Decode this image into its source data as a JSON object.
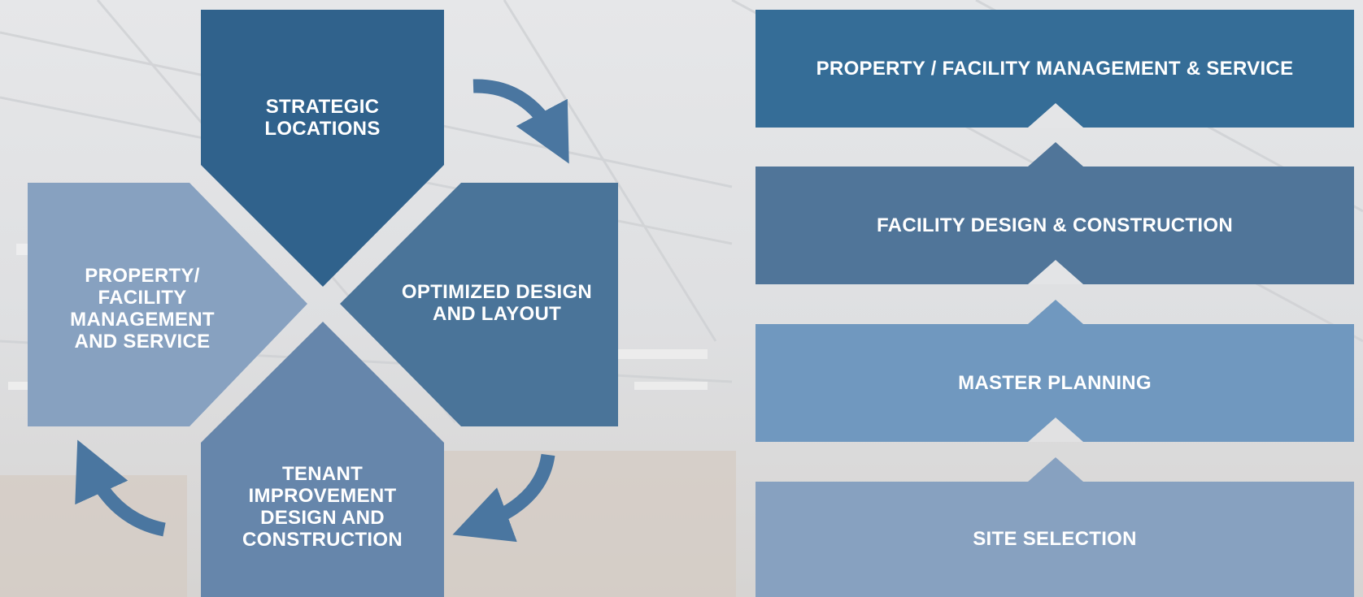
{
  "cycle": {
    "top": {
      "lines": [
        "STRATEGIC",
        "LOCATIONS"
      ],
      "color": "#30628c"
    },
    "right": {
      "lines": [
        "OPTIMIZED DESIGN",
        "AND LAYOUT"
      ],
      "color": "#4a7499"
    },
    "bottom": {
      "lines": [
        "TENANT",
        "IMPROVEMENT",
        "DESIGN AND",
        "CONSTRUCTION"
      ],
      "color": "#6686ab"
    },
    "left": {
      "lines": [
        "PROPERTY/",
        "FACILITY",
        "MANAGEMENT",
        "AND SERVICE"
      ],
      "color": "#87a1c0"
    },
    "arrow_color": "#4a76a0"
  },
  "stack": [
    {
      "label": "PROPERTY / FACILITY MANAGEMENT & SERVICE",
      "color": "#356d97"
    },
    {
      "label": "FACILITY DESIGN & CONSTRUCTION",
      "color": "#507599"
    },
    {
      "label": "MASTER PLANNING",
      "color": "#7098bf"
    },
    {
      "label": "SITE SELECTION",
      "color": "#87a1c0"
    }
  ]
}
